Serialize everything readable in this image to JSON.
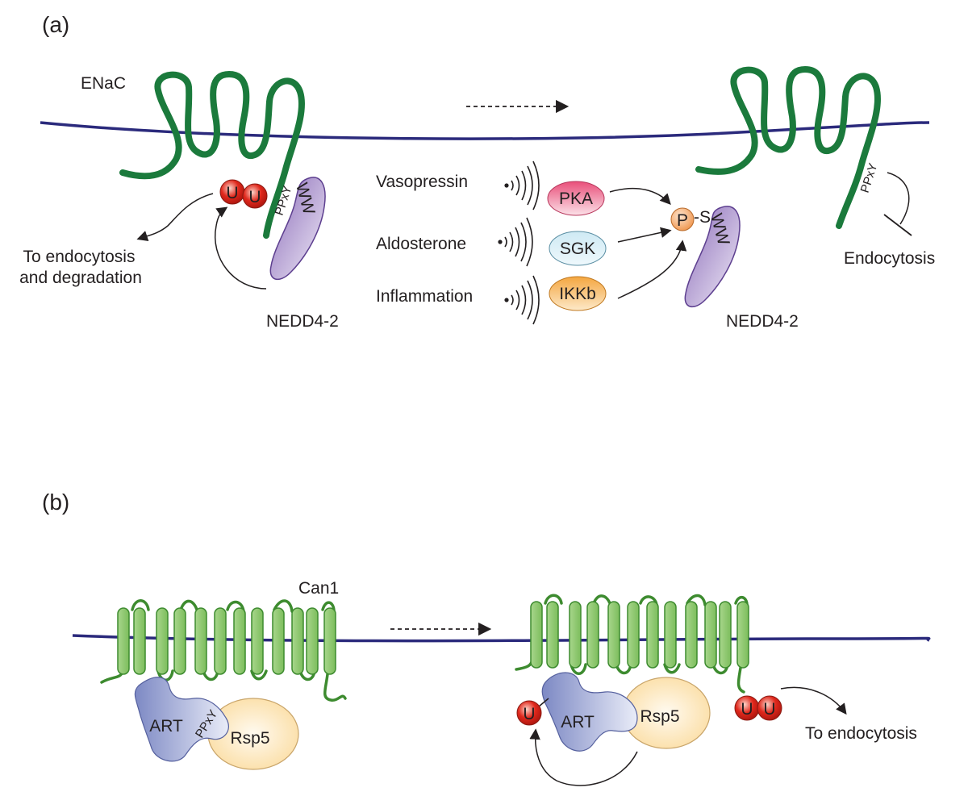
{
  "panels": [
    {
      "label": "(a)",
      "channel": "ENaC",
      "left_ubiquitins": [
        "U",
        "U"
      ],
      "motif_left": "PPxY",
      "ww_left": "WW",
      "ligase_left": "NEDD4-2",
      "fate_left": [
        "To endocytosis",
        "and degradation"
      ],
      "signals": [
        {
          "stimulus": "Vasopressin",
          "kinase": "PKA",
          "color": "#e94f7a"
        },
        {
          "stimulus": "Aldosterone",
          "kinase": "SGK",
          "color": "#bfe3f0"
        },
        {
          "stimulus": "Inflammation",
          "kinase": "IKKb",
          "color": "#f4a640"
        }
      ],
      "phospho": "P",
      "serine": "-S",
      "ww_right": "WW",
      "ligase_right": "NEDD4-2",
      "motif_right": "PPxY",
      "fate_right": "Endocytosis"
    },
    {
      "label": "(b)",
      "transporter": "Can1",
      "adaptor": "ART",
      "adaptor_motif": "PPxY",
      "ligase": "Rsp5",
      "ubiquitin": "U",
      "can1_ubiquitins": [
        "U",
        "U"
      ],
      "fate": "To endocytosis"
    }
  ],
  "colors": {
    "membrane": "#2b2a7c",
    "enac": "#1b7a3c",
    "can1_helix": "#8cc56d",
    "can1_stroke": "#3d8b2f",
    "ubiquitin": "#e0281c",
    "nedd4": "#8a6bb8",
    "art": "#8590c8",
    "rsp5": "#fbe3b0",
    "phospho": "#f4b67a"
  }
}
